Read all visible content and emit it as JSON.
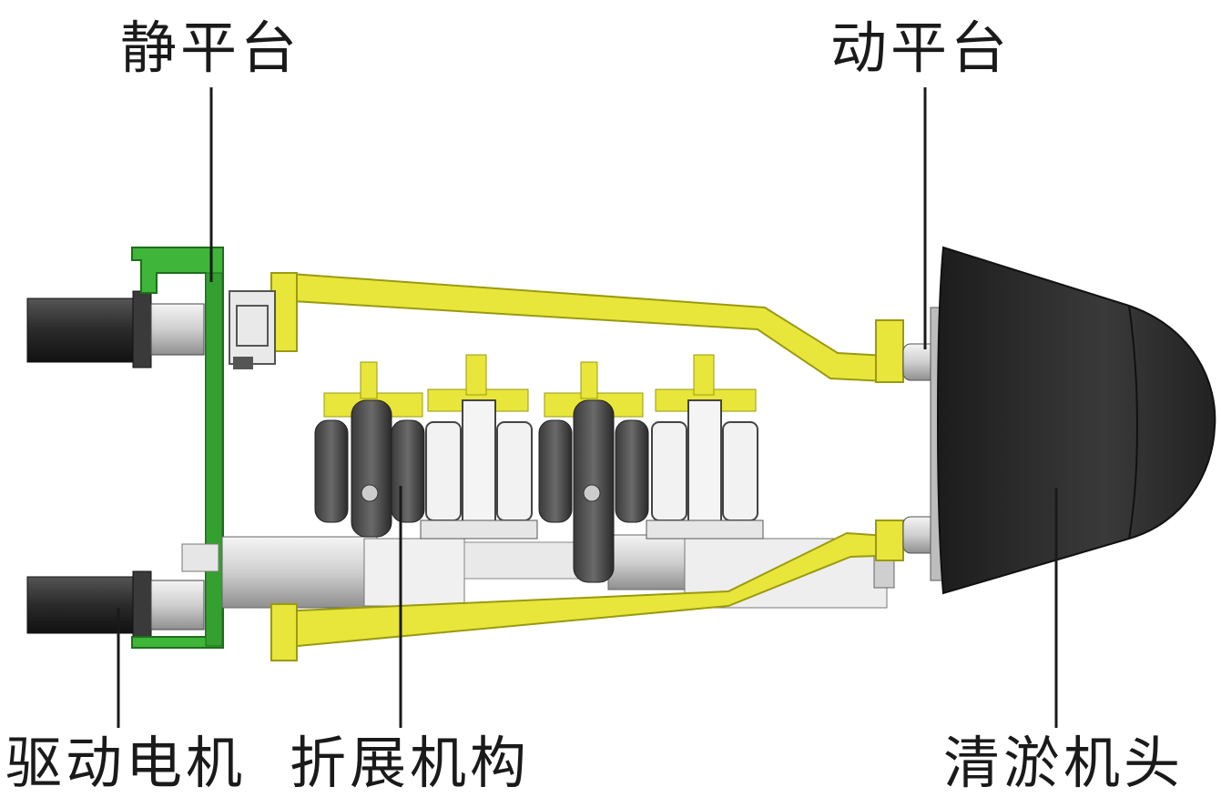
{
  "labels": {
    "static_platform": "静平台",
    "moving_platform": "动平台",
    "drive_motor": "驱动电机",
    "folding_mechanism": "折展机构",
    "dredging_head": "清淤机头"
  },
  "colors": {
    "static_platform": "#3fb53a",
    "links": "#e8e63a",
    "link_edge": "#9a9a10",
    "motor_body": "#2b2b2b",
    "metal": "#d9d9d9",
    "head": "#2a2a2a",
    "leader_line": "#1a1a1a"
  }
}
